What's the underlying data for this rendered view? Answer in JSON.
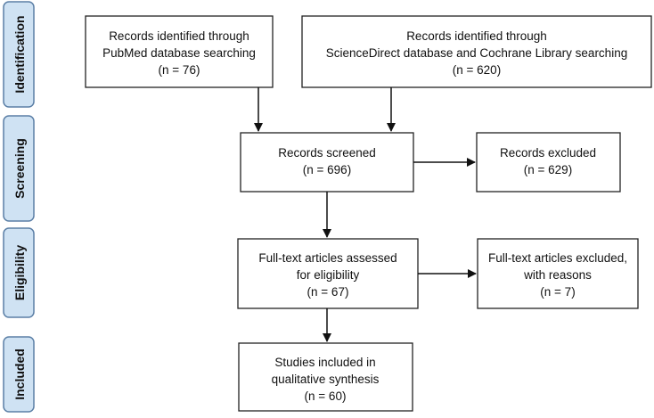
{
  "stages": [
    {
      "id": "identification",
      "label": "Identification"
    },
    {
      "id": "screening",
      "label": "Screening"
    },
    {
      "id": "eligibility",
      "label": "Eligibility"
    },
    {
      "id": "included",
      "label": "Included"
    }
  ],
  "boxes": {
    "pubmed": {
      "lines": [
        "Records identified through",
        "PubMed database searching",
        "(n = 76)"
      ]
    },
    "sciencedirect": {
      "lines": [
        "Records identified through",
        "ScienceDirect database and Cochrane Library searching",
        "(n = 620)"
      ]
    },
    "screened": {
      "lines": [
        "Records screened",
        "(n = 696)"
      ]
    },
    "excluded": {
      "lines": [
        "Records excluded",
        "(n = 629)"
      ]
    },
    "fulltext_assessed": {
      "lines": [
        "Full-text articles assessed",
        "for eligibility",
        "(n = 67)"
      ]
    },
    "fulltext_excluded": {
      "lines": [
        "Full-text articles excluded,",
        "with reasons",
        "(n = 7)"
      ]
    },
    "included": {
      "lines": [
        "Studies included in",
        "qualitative synthesis",
        "(n = 60)"
      ]
    }
  },
  "colors": {
    "stage_fill": "#cfe2f3",
    "stage_stroke": "#5b7fa6",
    "box_stroke": "#222222",
    "arrow": "#111111"
  }
}
